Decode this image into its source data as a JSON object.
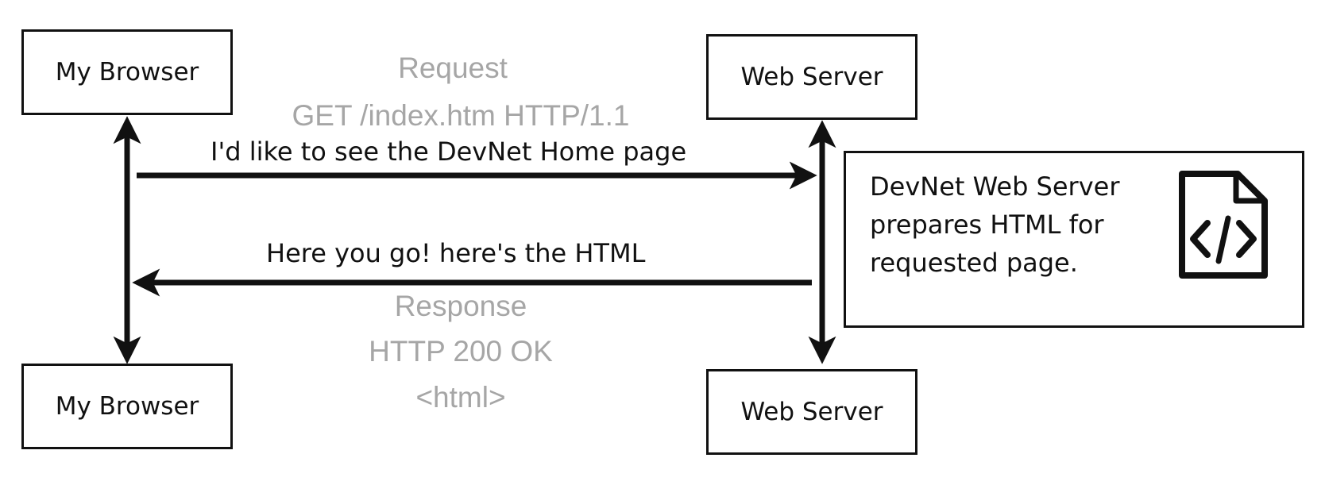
{
  "actors": {
    "browser_top": "My Browser",
    "server_top": "Web Server",
    "browser_bottom": "My Browser",
    "server_bottom": "Web Server"
  },
  "request": {
    "title": "Request",
    "line": "GET  /index.htm HTTP/1.1",
    "message": "I'd like to see the DevNet Home page"
  },
  "response": {
    "message": "Here you go! here's the HTML",
    "title": "Response",
    "status": "HTTP 200 OK",
    "body": "<html>"
  },
  "server_note": {
    "lines": [
      "DevNet Web Server",
      "prepares HTML for",
      "requested page."
    ],
    "icon": "html-file-code-icon"
  },
  "colors": {
    "stroke": "#111111",
    "gray_text": "#a6a6a6"
  }
}
